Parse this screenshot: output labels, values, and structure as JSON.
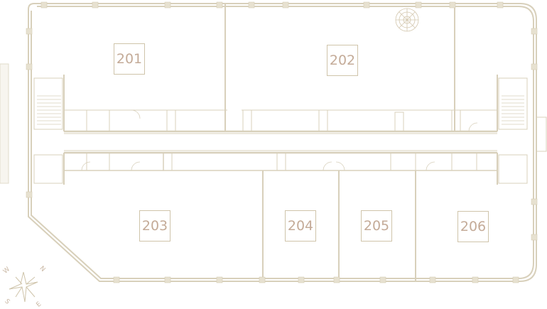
{
  "floor_plan": {
    "rooms": [
      {
        "label": "201"
      },
      {
        "label": "202"
      },
      {
        "label": "203"
      },
      {
        "label": "204"
      },
      {
        "label": "205"
      },
      {
        "label": "206"
      }
    ],
    "compass": {
      "n": "N",
      "e": "E",
      "s": "S",
      "w": "W"
    },
    "colors": {
      "wall": "#d8d0bb",
      "label": "#c4ab98",
      "box": "#cfc4aa"
    }
  }
}
